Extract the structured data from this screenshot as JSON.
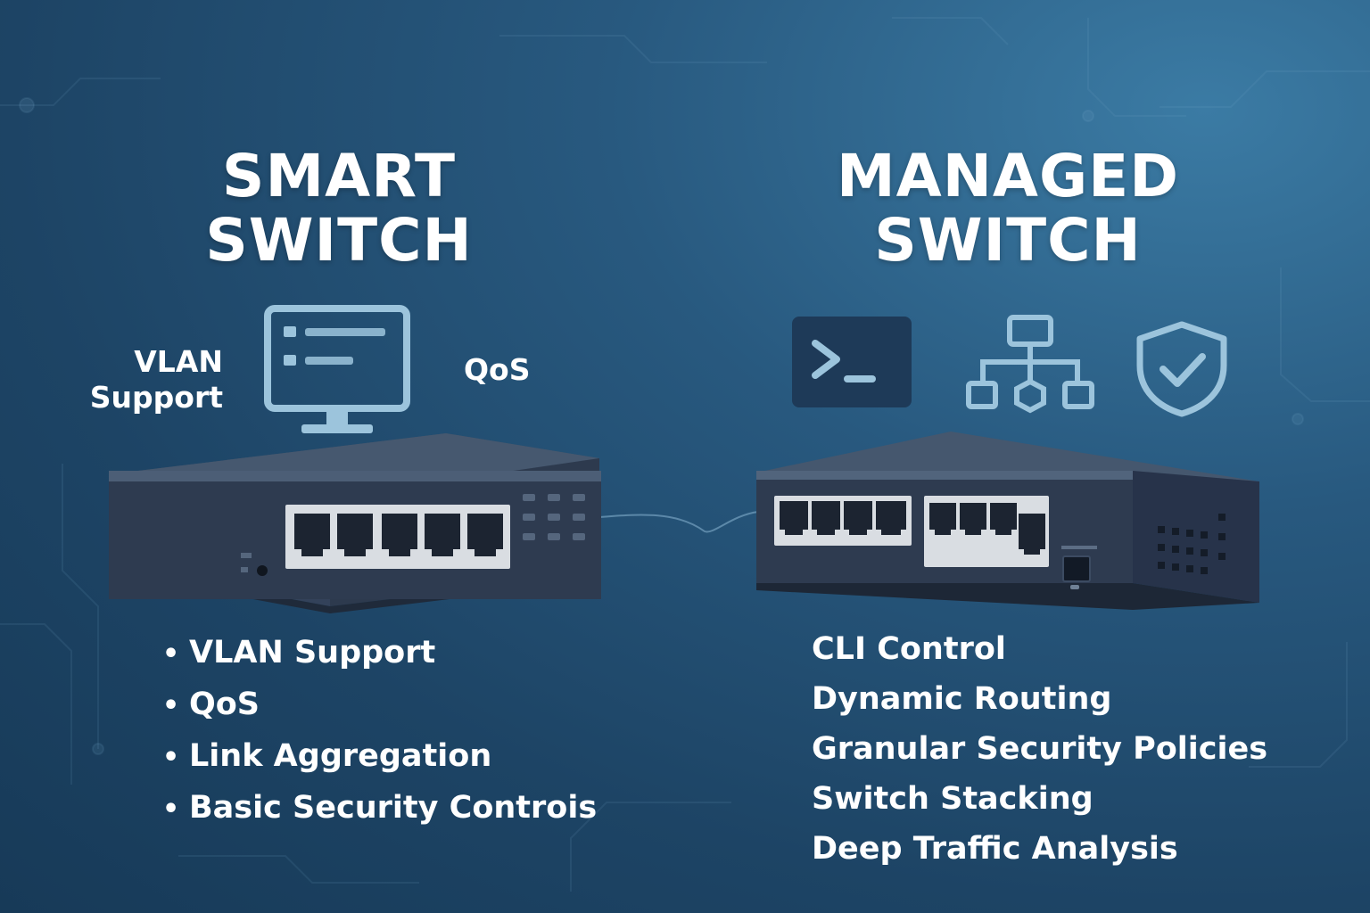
{
  "smart": {
    "title_line1": "SMART",
    "title_line2": "SWITCH",
    "label_left": [
      "VLAN",
      "Support"
    ],
    "label_right": "QoS",
    "features": [
      "VLAN Support",
      "QoS",
      "Link Aggregation",
      "Basic Security Controis"
    ],
    "icon": "monitor-icon"
  },
  "managed": {
    "title_line1": "MANAGED",
    "title_line2": "SWITCH",
    "features": [
      "CLI Control",
      "Dynamic Routing",
      "Granular Security Policies",
      "Switch Stacking",
      "Deep Traffic Analysis"
    ],
    "icons": [
      "terminal-icon",
      "network-topology-icon",
      "shield-check-icon"
    ]
  },
  "colors": {
    "icon_stroke": "#9cc4dc",
    "switch_top": "#3f5068",
    "switch_front": "#2d3a4e"
  }
}
